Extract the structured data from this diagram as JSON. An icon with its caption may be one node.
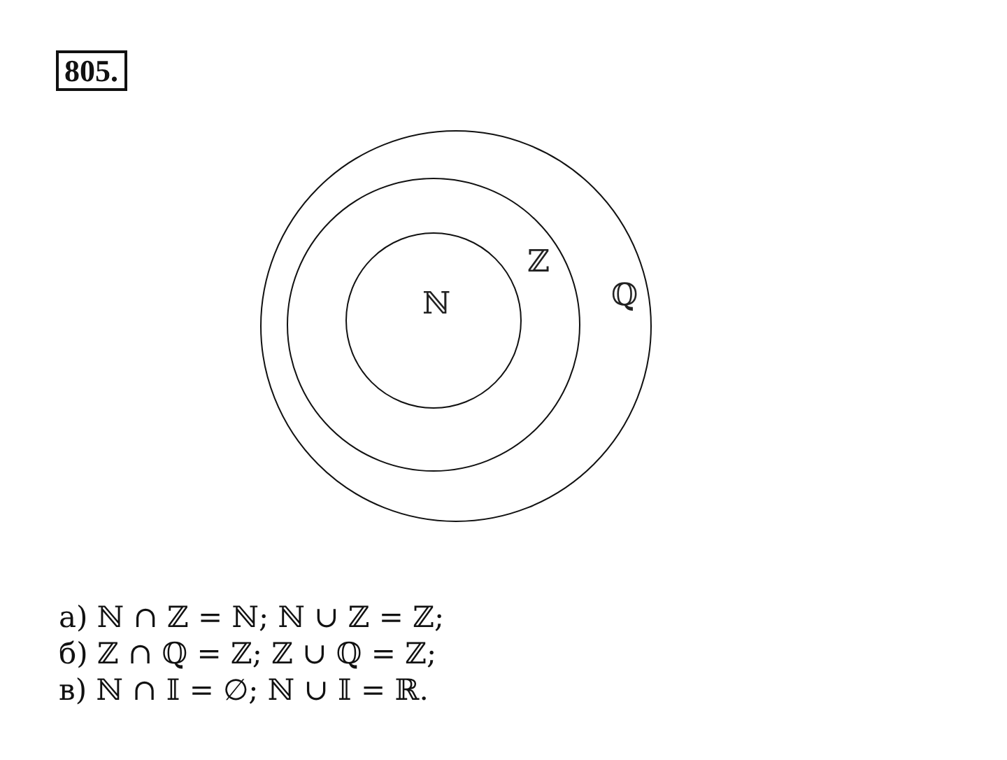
{
  "diagram": {
    "nodes": [
      {
        "text": [
          "ℚ"
        ]
      },
      {
        "text": [
          "ℤ"
        ],
        "in": 0
      },
      {
        "text": [
          "ℕ"
        ],
        "in": 1
      }
    ],
    "labels": [
      "805.",
      "а) ℕ ∩ ℤ = ℕ; ℕ ∪ ℤ = ℤ;",
      "б) ℤ ∩ ℚ = ℤ; ℤ ∪ ℚ = ℤ;",
      "в) ℕ ∩ 𝕀 = ∅; ℕ ∪ 𝕀 = ℝ."
    ]
  }
}
